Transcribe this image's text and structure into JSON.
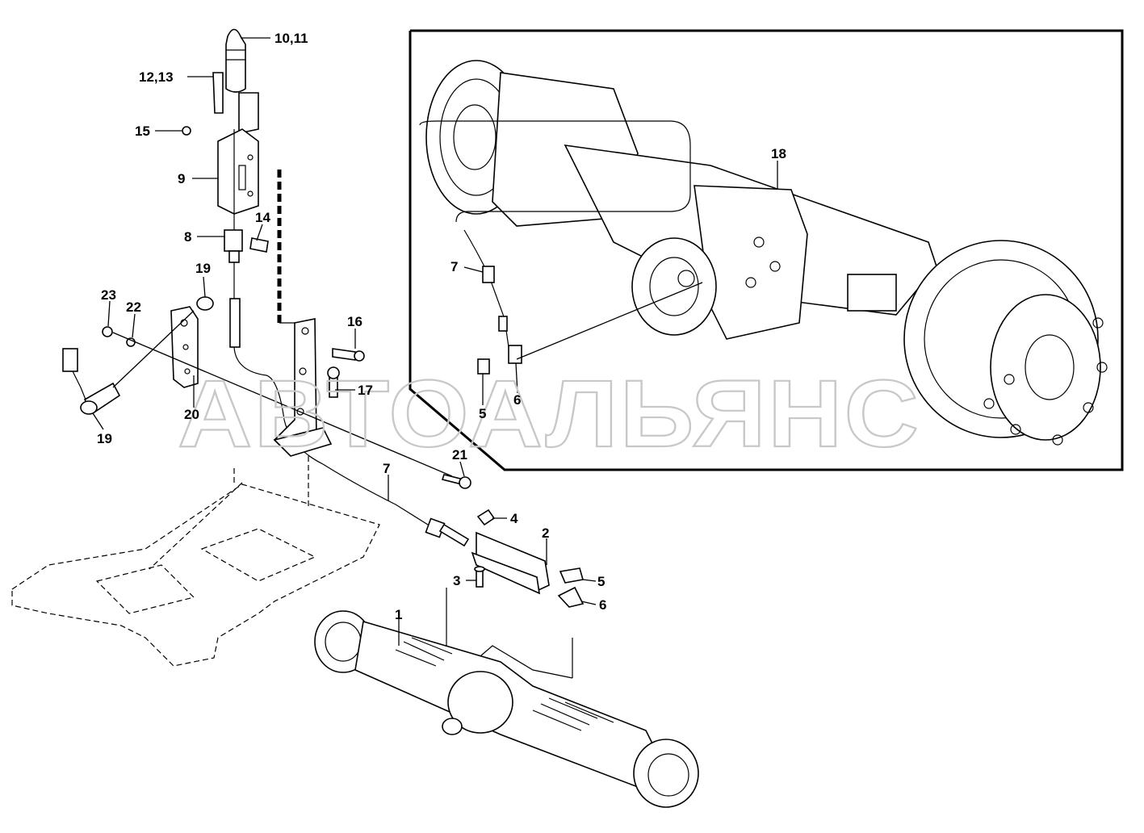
{
  "watermark": "АВТОАЛЬЯНС",
  "callouts": {
    "c10_11": "10,11",
    "c12_13": "12,13",
    "c15": "15",
    "c9": "9",
    "c8": "8",
    "c14": "14",
    "c19a": "19",
    "c23": "23",
    "c22": "22",
    "c16": "16",
    "c17": "17",
    "c20": "20",
    "c19b": "19",
    "c21": "21",
    "c7": "7",
    "c4": "4",
    "c2": "2",
    "c3": "3",
    "c5": "5",
    "c6": "6",
    "c1": "1",
    "inset_c18": "18",
    "inset_c7": "7",
    "inset_c5": "5",
    "inset_c6": "6"
  }
}
